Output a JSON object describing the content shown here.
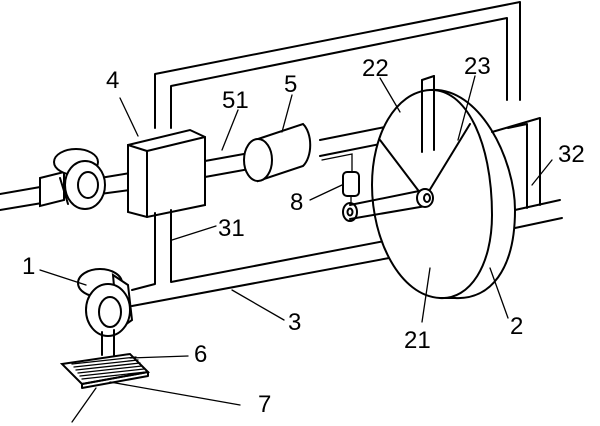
{
  "labels": {
    "l1": "1",
    "l2": "2",
    "l3": "3",
    "l4": "4",
    "l5": "5",
    "l6": "6",
    "l7": "7",
    "l8": "8",
    "l21": "21",
    "l22": "22",
    "l23": "23",
    "l31": "31",
    "l32": "32",
    "l51": "51"
  }
}
